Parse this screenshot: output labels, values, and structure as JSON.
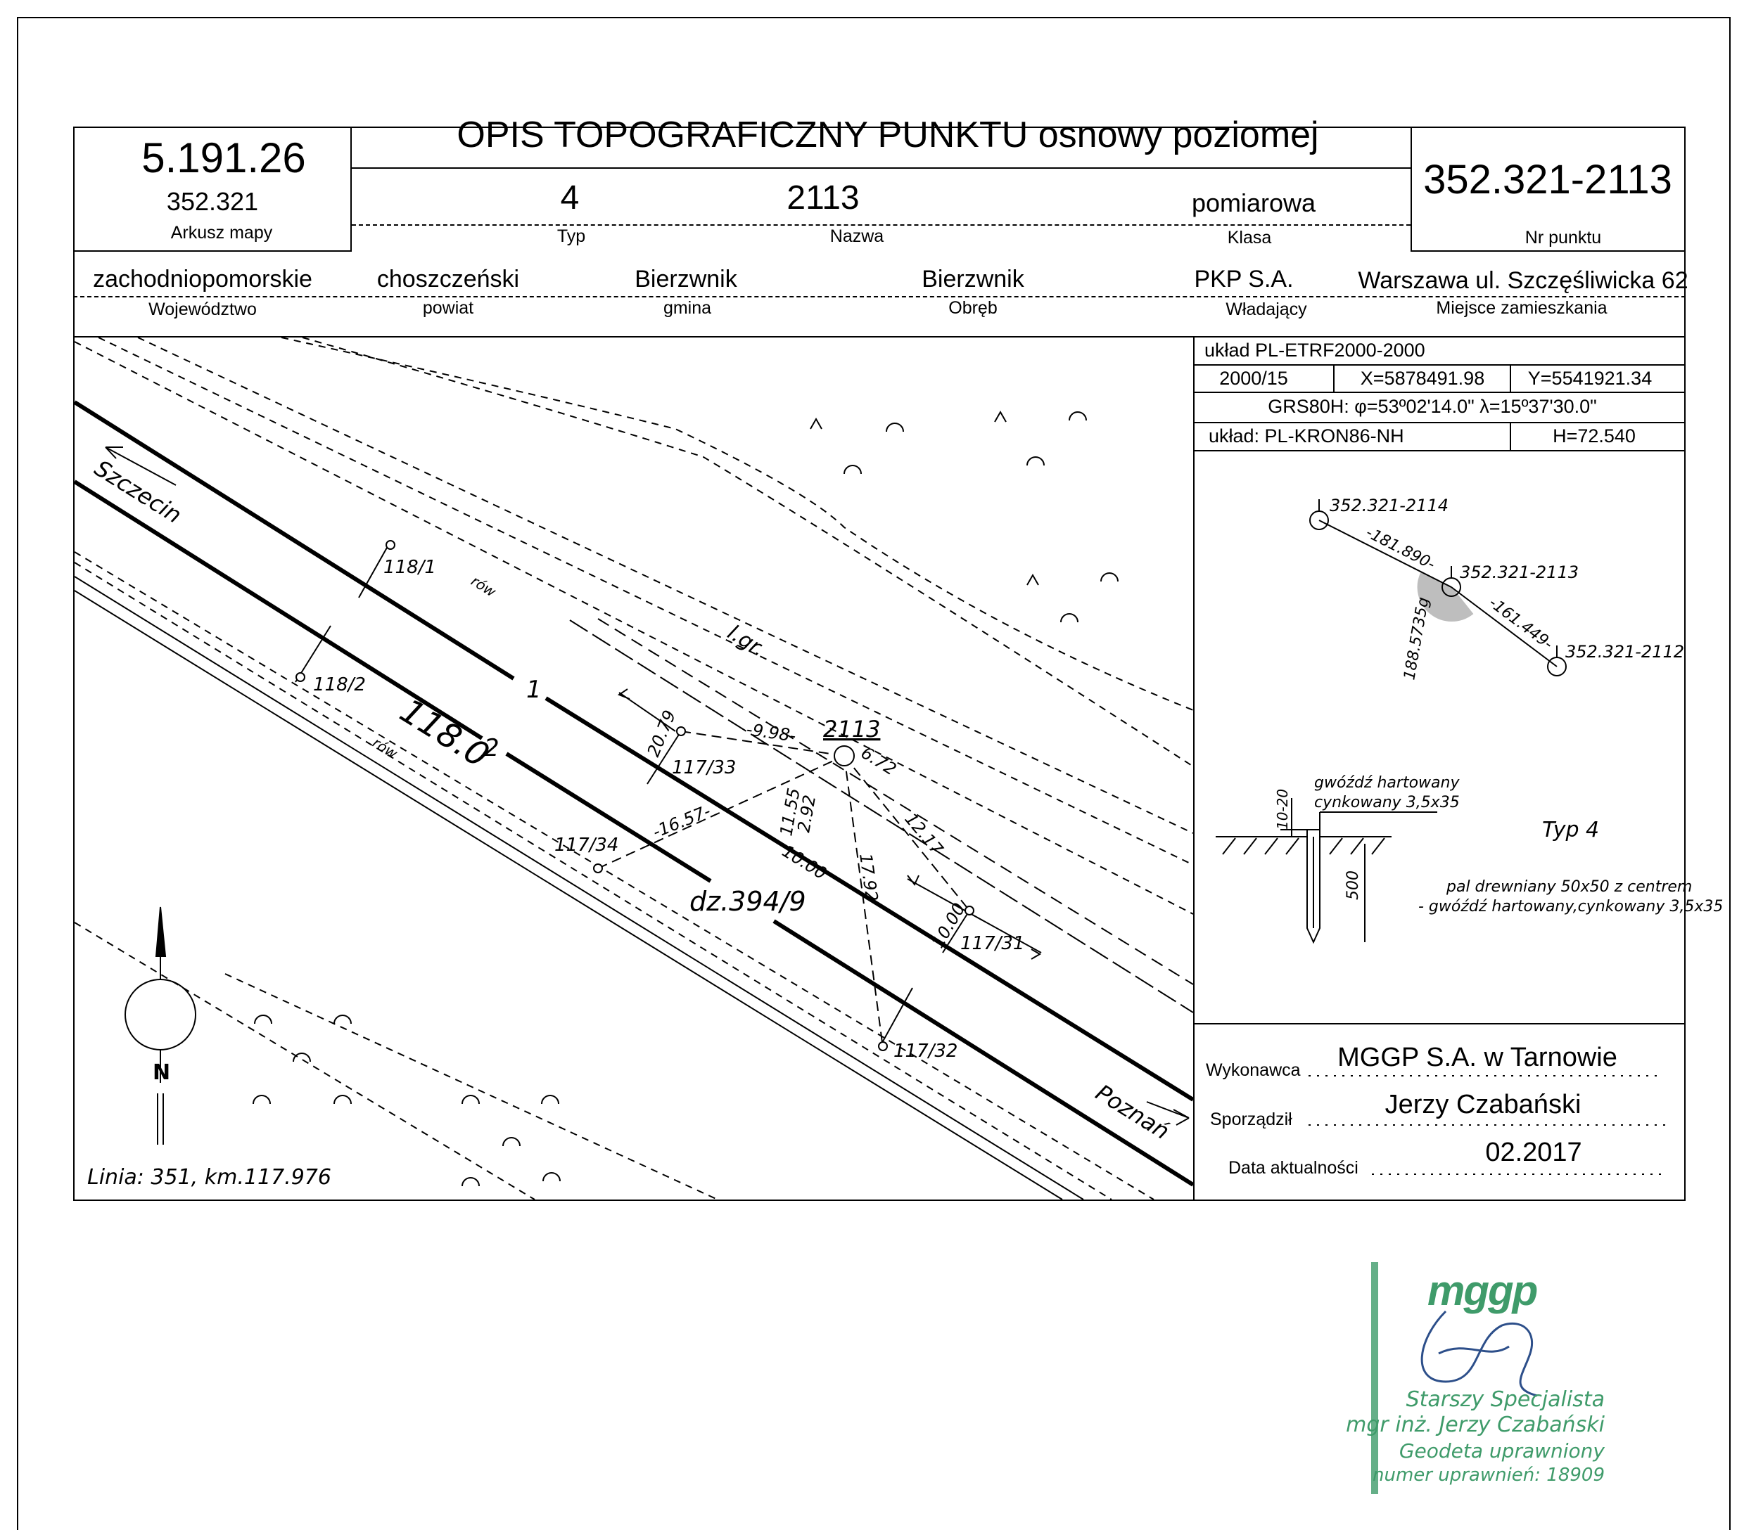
{
  "header": {
    "title": "OPIS TOPOGRAFICZNY PUNKTU osnowy poziomej",
    "sheet_number": "5.191.26",
    "sheet_map": "352.321",
    "sheet_map_label": "Arkusz mapy",
    "type_value": "4",
    "type_label": "Typ",
    "name_value": "2113",
    "name_label": "Nazwa",
    "class_value": "pomiarowa",
    "class_label": "Klasa",
    "point_number": "352.321-2113",
    "point_number_label": "Nr punktu"
  },
  "admin": {
    "voivodeship": "zachodniopomorskie",
    "voivodeship_label": "Województwo",
    "county": "choszczeński",
    "county_label": "powiat",
    "commune": "Bierzwnik",
    "commune_label": "gmina",
    "precinct": "Bierzwnik",
    "precinct_label": "Obręb",
    "owner": "PKP S.A.",
    "owner_label": "Władający",
    "residence": "Warszawa ul. Szczęśliwicka 62",
    "residence_label": "Miejsce zamieszkania"
  },
  "coords": {
    "system": "układ PL-ETRF2000-2000",
    "zone": "2000/15",
    "x": "X=5878491.98",
    "y": "Y=5541921.34",
    "grs": "GRS80H: φ=53º02'14.0\" λ=15º37'30.0\"",
    "height_system": "układ: PL-KRON86-NH",
    "h": "H=72.540"
  },
  "network": {
    "p1": "352.321-2114",
    "p2": "352.321-2113",
    "p3": "352.321-2112",
    "d1": "-181.890-",
    "d2": "-161.449-",
    "angle": "188.5735g"
  },
  "marker": {
    "nail": "gwóźdź hartowany",
    "nail2": "cynkowany 3,5x35",
    "depth": "10-20",
    "length": "500",
    "type": "Typ 4",
    "desc1": "pal drewniany 50x50 z centrem",
    "desc2": "- gwóźdź hartowany,cynkowany 3,5x35"
  },
  "footer": {
    "contractor_label": "Wykonawca",
    "contractor": "MGGP S.A.  w Tarnowie",
    "author_label": "Sporządził",
    "author": "Jerzy Czabański",
    "date_label": "Data aktualności",
    "date": "02.2017"
  },
  "map": {
    "szczecin": "Szczecin",
    "poznan": "Poznań",
    "linia": "Linia: 351, km.117.976",
    "km": "118.0",
    "plot": "dz.394/9",
    "track1": "1",
    "track2": "2",
    "point": "2113",
    "rw1": "rów",
    "rw2": "rów",
    "gr": "l.gr.",
    "p1181": "118/1",
    "p1182": "118/2",
    "p11733": "117/33",
    "p11734": "117/34",
    "p11731": "117/31",
    "p11732": "117/32",
    "m2079": "20.79",
    "m998": "-9.98-",
    "m672": "6.72",
    "m1657": "-16.57-",
    "m1155": "11.55",
    "m292": "2.92",
    "m1000a": "10.00",
    "m1792": "17.92",
    "m1217": "12.17",
    "m1000b": "10.00",
    "north": "N"
  },
  "stamp": {
    "logo": "mggp",
    "line1": "Starszy Specjalista",
    "line2": "mgr inż. Jerzy Czabański",
    "line3": "Geodeta uprawniony",
    "line4": "numer uprawnień: 18909"
  }
}
